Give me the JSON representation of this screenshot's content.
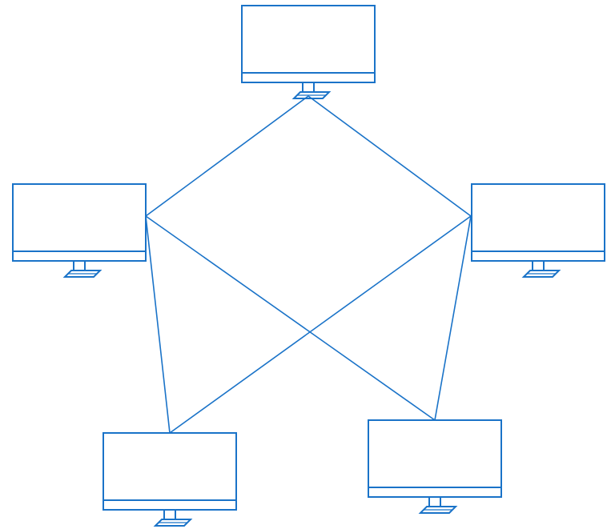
{
  "diagram": {
    "type": "mesh-network",
    "stroke_color": "#1a73c8",
    "background": "#ffffff",
    "nodes": [
      {
        "id": "monitor-top",
        "icon": "monitor-icon"
      },
      {
        "id": "monitor-left",
        "icon": "monitor-icon"
      },
      {
        "id": "monitor-right",
        "icon": "monitor-icon"
      },
      {
        "id": "monitor-bottom-left",
        "icon": "monitor-icon"
      },
      {
        "id": "monitor-bottom-right",
        "icon": "monitor-icon"
      }
    ],
    "links": [
      [
        "monitor-top",
        "monitor-left"
      ],
      [
        "monitor-top",
        "monitor-right"
      ],
      [
        "monitor-left",
        "monitor-bottom-left"
      ],
      [
        "monitor-left",
        "monitor-bottom-right"
      ],
      [
        "monitor-right",
        "monitor-bottom-left"
      ],
      [
        "monitor-right",
        "monitor-bottom-right"
      ]
    ]
  }
}
